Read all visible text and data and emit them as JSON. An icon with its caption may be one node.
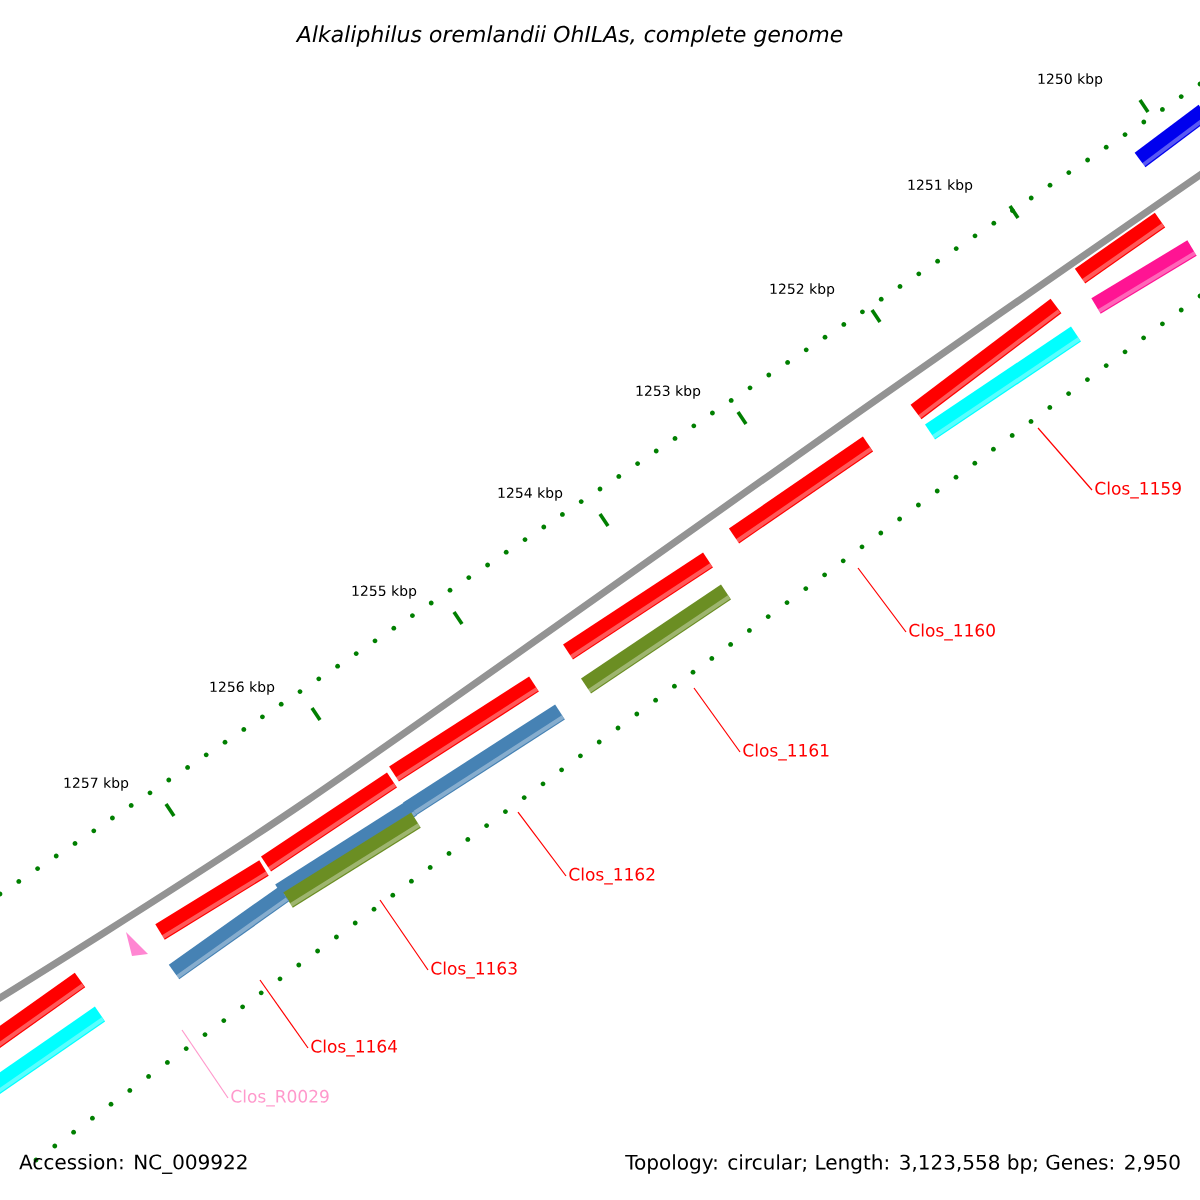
{
  "diagram": {
    "title": "Alkaliphilus oremlandii OhILAs, complete genome",
    "nodes": [
      {
        "text": [
          "Clos_1159"
        ]
      },
      {
        "text": [
          "Clos_1160"
        ]
      },
      {
        "text": [
          "Clos_1161"
        ]
      },
      {
        "text": [
          "Clos_1162"
        ]
      },
      {
        "text": [
          "Clos_1163"
        ]
      },
      {
        "text": [
          "Clos_1164"
        ]
      },
      {
        "text": [
          "Clos_R0029"
        ]
      }
    ],
    "edges": [
      {
        "from": 0,
        "to": null,
        "arrow": "none"
      },
      {
        "from": 1,
        "to": null,
        "arrow": "none"
      },
      {
        "from": 2,
        "to": null,
        "arrow": "none"
      },
      {
        "from": 3,
        "to": null,
        "arrow": "none"
      },
      {
        "from": 4,
        "to": null,
        "arrow": "none"
      },
      {
        "from": 5,
        "to": null,
        "arrow": "none"
      },
      {
        "from": 6,
        "to": null,
        "arrow": "none",
        "color": "#ff99cc"
      }
    ],
    "labels": [
      "1250 kbp",
      "1251 kbp",
      "1252 kbp",
      "1253 kbp",
      "1254 kbp",
      "1255 kbp",
      "1256 kbp",
      "1257 kbp",
      "Accession: NC_009922",
      "Topology: circular; Length: 3,123,558 bp; Genes: 2,950"
    ]
  }
}
